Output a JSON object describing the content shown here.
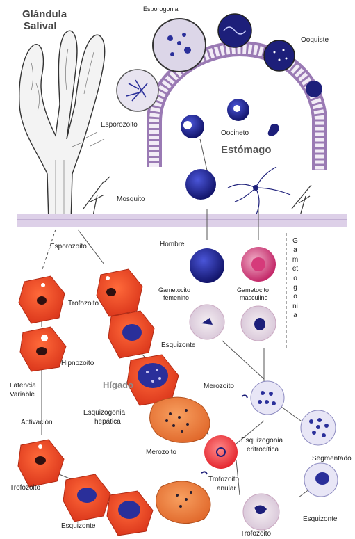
{
  "labels": {
    "glandula_line1": "Glándula",
    "glandula_line2": "Salival",
    "esporogonia": "Esporogonia",
    "ooquiste": "Ooquiste",
    "esporozoito_top": "Esporozoito",
    "oocineto": "Oocineto",
    "estomago": "Estómago",
    "mosquito": "Mosquito",
    "hombre": "Hombre",
    "esporozoito_mid": "Esporozoito",
    "trofozoito_a": "Trofozoito",
    "gametocito_femenino_1": "Gametocito",
    "gametocito_femenino_2": "femenino",
    "gametocito_masculino_1": "Gametocito",
    "gametocito_masculino_2": "masculino",
    "hipnozoito": "Hipnozoito",
    "esquizonte_a": "Esquizonte",
    "latencia_1": "Latencia",
    "latencia_2": "Variable",
    "higado": "Hígado",
    "merozoito_a": "Merozoito",
    "esquizogonia_hepatica_1": "Esquizogonia",
    "esquizogonia_hepatica_2": "hepática",
    "activacion": "Activación",
    "esquizogonia_eritrocitica_1": "Esquizogonia",
    "esquizogonia_eritrocitica_2": "eritrocítica",
    "merozoito_b": "Merozoito",
    "segmentado": "Segmentado",
    "trofozoito_b": "Trofozoito",
    "trofozoito_anular_1": "Trofozoito",
    "trofozoito_anular_2": "anular",
    "esquizonte_b": "Esquizonte",
    "esquizonte_c": "Esquizonte",
    "trofozoito_c": "Trofozoito",
    "gametogonia": "Gametogonia"
  },
  "colors": {
    "hepatocyte": "#e8421f",
    "hepatocyte_dark": "#c2301a",
    "parasite_blue": "#2a2f9a",
    "gametocyte_pink": "#d63a7a",
    "stomach_wall": "#c9b3d6",
    "skin_band": "#d9c9e6"
  }
}
